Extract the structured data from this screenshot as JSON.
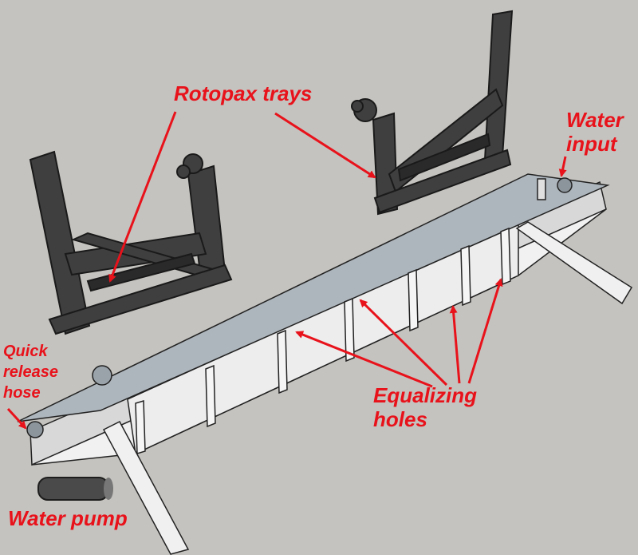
{
  "labels": {
    "rotopax_trays": "Rotopax trays",
    "water_input_line1": "Water",
    "water_input_line2": "input",
    "quick_release_line1": "Quick",
    "quick_release_line2": "release",
    "quick_release_line3": "hose",
    "equalizing_line1": "Equalizing",
    "equalizing_line2": "holes",
    "water_pump": "Water pump"
  },
  "colors": {
    "background": "#c5c3bf",
    "annotation": "#e8121b",
    "frame_dark": "#3f3f3f",
    "tank_light": "#ececec",
    "tank_top": "#aeb6bd"
  }
}
